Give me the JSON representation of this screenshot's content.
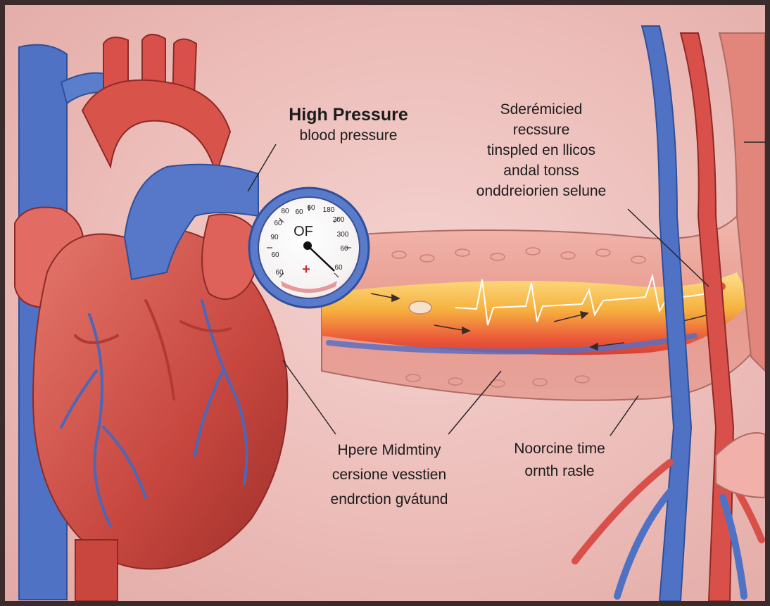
{
  "labels": {
    "high_pressure": {
      "title": "High Pressure",
      "subtitle": "blood pressure"
    },
    "top_right": [
      "Sderémicied",
      "recssure",
      "tinspled en llicos",
      "andal tonss",
      "onddreiorien selune"
    ],
    "bottom_center": [
      "Hpere Midmtiny",
      "cersione vesstien",
      "endrction gvátund"
    ],
    "bottom_right": [
      "Noorcine time",
      "ornth rasle"
    ]
  },
  "gauge": {
    "center_text": "OF",
    "ticks_left": [
      "80",
      "60",
      "90",
      "60",
      "60"
    ],
    "ticks_top": [
      "60",
      "60",
      "180"
    ],
    "ticks_right": [
      "200",
      "300",
      "60",
      "60"
    ],
    "plus_symbol": "+"
  },
  "colors": {
    "background": "#ecbcb8",
    "artery_red": "#d9504a",
    "vein_blue": "#4a6fc7",
    "plaque_yellow": "#f6c845",
    "frame": "#3b2b2b"
  }
}
